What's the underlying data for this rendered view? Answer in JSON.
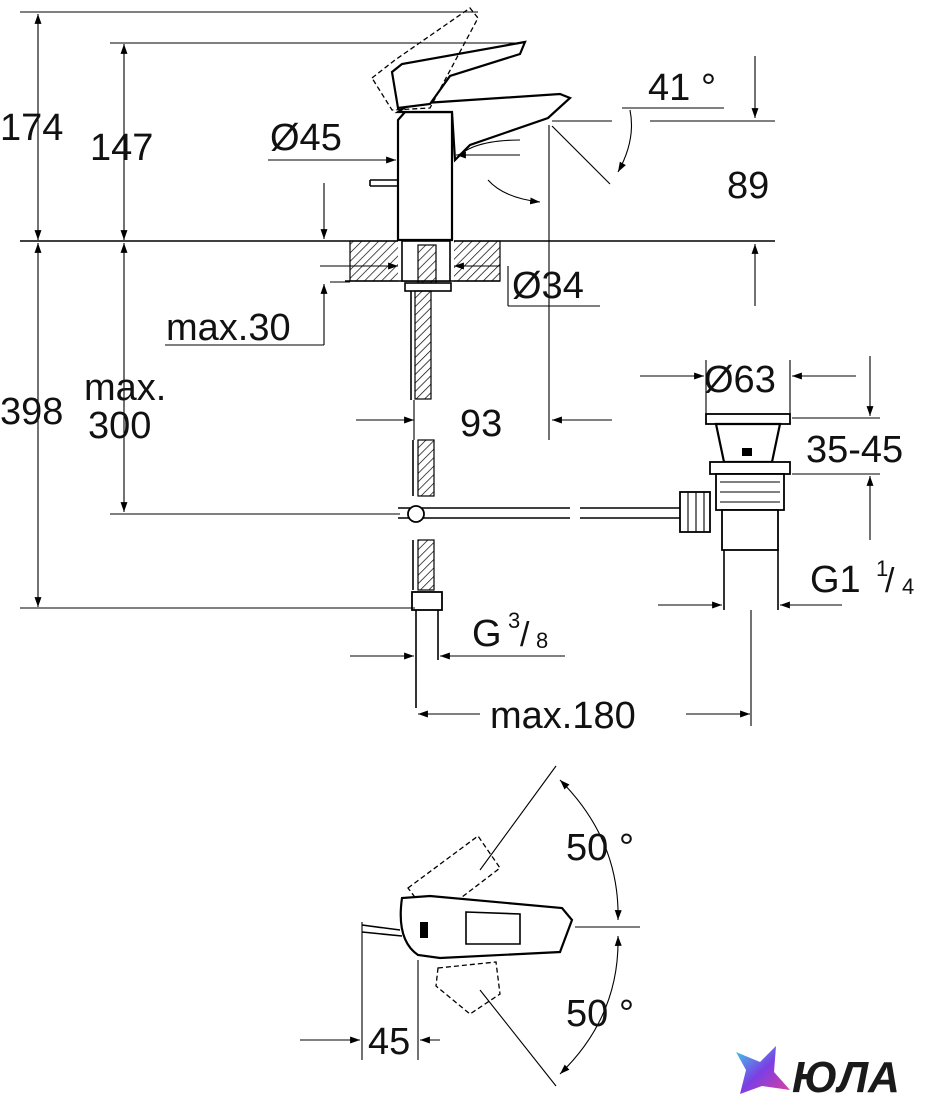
{
  "dimensions": {
    "total_height": "174",
    "spout_height": "147",
    "body_diameter": "Ø45",
    "spout_angle": "41 °",
    "spout_outlet_height": "89",
    "hole_diameter": "Ø34",
    "max_counter_thickness": "max.30",
    "total_depth": "398",
    "max_depth_label_1": "max.",
    "max_depth_label_2": "300",
    "projection": "93",
    "waste_diameter": "Ø63",
    "waste_height": "35-45",
    "waste_thread_main": "G1",
    "waste_thread_num": "1",
    "waste_thread_den": "4",
    "supply_thread_main": "G",
    "supply_thread_num": "3",
    "supply_thread_den": "8",
    "max_distance": "max.180",
    "rotation_left": "50 °",
    "rotation_right": "50 °",
    "lever_offset": "45"
  },
  "logo": {
    "text": "ЮЛА",
    "accent_colors": [
      "#7b3fe4",
      "#3fd0e8",
      "#e0409a"
    ]
  }
}
